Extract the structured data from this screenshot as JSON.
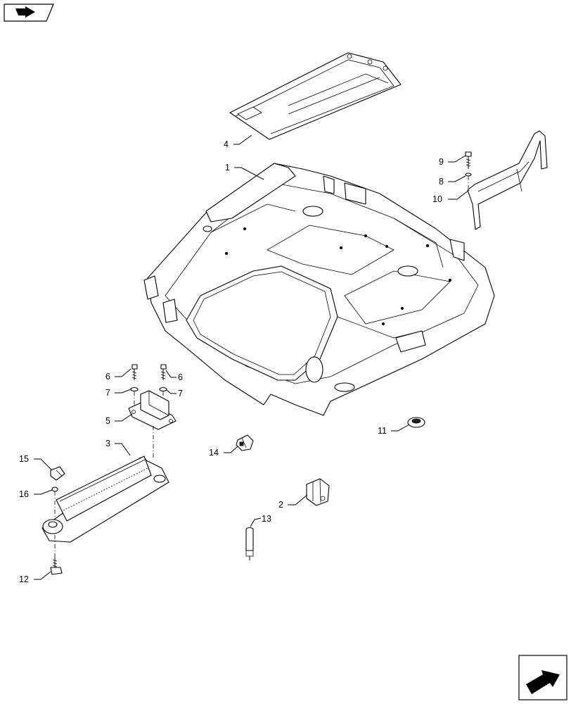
{
  "diagram": {
    "callouts": [
      {
        "id": "c1",
        "label": "1"
      },
      {
        "id": "c2",
        "label": "2"
      },
      {
        "id": "c3",
        "label": "3"
      },
      {
        "id": "c4",
        "label": "4"
      },
      {
        "id": "c5",
        "label": "5"
      },
      {
        "id": "c6a",
        "label": "6"
      },
      {
        "id": "c6b",
        "label": "6"
      },
      {
        "id": "c7a",
        "label": "7"
      },
      {
        "id": "c7b",
        "label": "7"
      },
      {
        "id": "c8",
        "label": "8"
      },
      {
        "id": "c9",
        "label": "9"
      },
      {
        "id": "c10",
        "label": "10"
      },
      {
        "id": "c11",
        "label": "11"
      },
      {
        "id": "c12",
        "label": "12"
      },
      {
        "id": "c13",
        "label": "13"
      },
      {
        "id": "c14",
        "label": "14"
      },
      {
        "id": "c15",
        "label": "15"
      },
      {
        "id": "c16",
        "label": "16"
      }
    ]
  },
  "icons": {
    "top_left": "bookmark-arrow-icon",
    "bottom_right": "next-page-arrow-icon"
  }
}
